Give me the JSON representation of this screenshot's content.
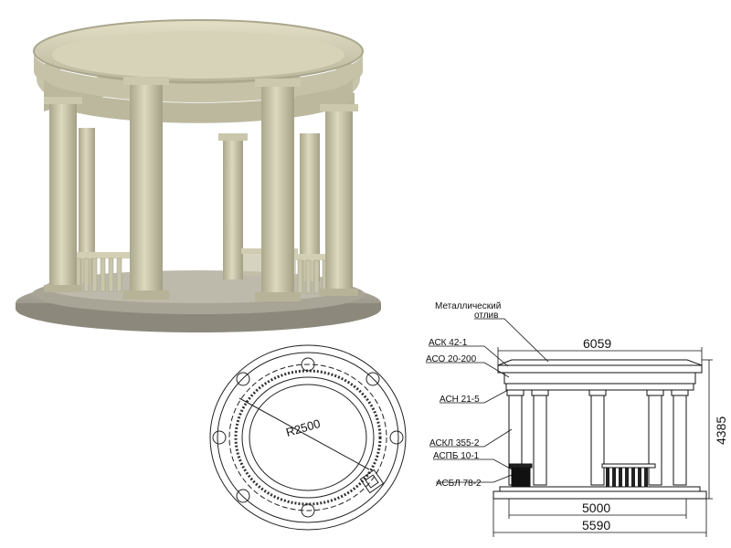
{
  "plan": {
    "radius_label": "R2500"
  },
  "elevation": {
    "callouts": [
      {
        "id": "metal",
        "line1": "Металлический",
        "line2": "отлив"
      },
      {
        "id": "ask",
        "text": "АСК 42-1"
      },
      {
        "id": "aso",
        "text": "АСО 20-200"
      },
      {
        "id": "asn",
        "text": "АСН 21-5"
      },
      {
        "id": "askl",
        "text": "АСКЛ 355-2"
      },
      {
        "id": "aspb",
        "text": "АСПБ 10-1"
      },
      {
        "id": "asbl",
        "text": "АСБЛ 78-2"
      }
    ],
    "dimensions": {
      "top_width": "6059",
      "height": "4385",
      "inner_width": "5000",
      "base_width": "5590"
    }
  },
  "colors": {
    "stone": "#d7d3b6",
    "stone_shade": "#a9a68c",
    "base": "#9b9688",
    "line": "#111111"
  }
}
